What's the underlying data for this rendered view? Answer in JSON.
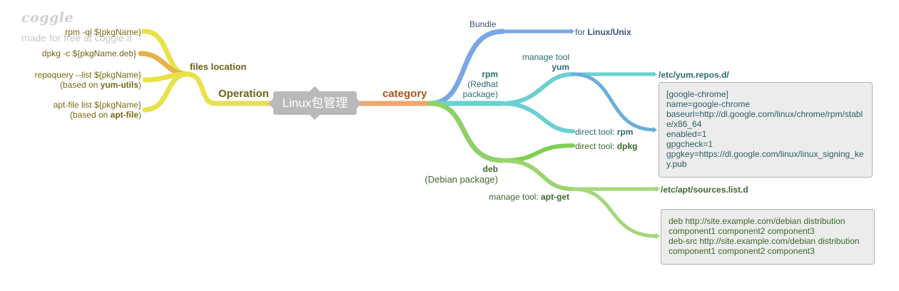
{
  "branding": {
    "logo": "coggle",
    "made_for_free": "made for free at coggle.it"
  },
  "root": {
    "label": "Linux包管理"
  },
  "operation": {
    "label": "Operation",
    "files_location": {
      "label": "files location",
      "items": [
        {
          "text": "rpm -ql ${pkgName}"
        },
        {
          "text": "dpkg -c ${pkgName.deb}"
        },
        {
          "text": "repoquery --list ${pkgName}",
          "sub_prefix": "(based on ",
          "sub_bold": "yum-utils",
          "sub_suffix": ")"
        },
        {
          "text": "apt-file list ${pkgName}",
          "sub_prefix": "(based on ",
          "sub_bold": "apt-file",
          "sub_suffix": ")"
        }
      ]
    }
  },
  "category": {
    "label": "category",
    "bundle": {
      "label": "Bundle",
      "for_prefix": "for ",
      "for_bold": "Linux/Unix"
    },
    "rpm": {
      "label": "rpm",
      "sub1": "(Redhat",
      "sub2": "package)",
      "manage_tool_label": "manage tool",
      "manage_tool_bold": "yum",
      "repo_path": "/etc/yum.repos.d/",
      "repo_note": [
        "[google-chrome]",
        "name=google-chrome",
        "baseurl=http://dl.google.com/linux/chrome/rpm/stabl",
        "e/x86_64",
        "enabled=1",
        "gpgcheck=1",
        "gpgkey=https://dl.google.com/linux/linux_signing_ke",
        "y.pub"
      ],
      "direct_tool_prefix": "direct tool: ",
      "direct_tool_bold": "rpm"
    },
    "deb": {
      "label": "deb",
      "sub": "(Debian package)",
      "direct_tool_prefix": "direct tool: ",
      "direct_tool_bold": "dpkg",
      "manage_tool_prefix": "manage tool: ",
      "manage_tool_bold": "apt-get",
      "sources_path": "/etc/apt/sources.list.d",
      "sources_note": [
        "deb http://site.example.com/debian distribution",
        "component1 component2 component3",
        "deb-src http://site.example.com/debian distribution",
        "component1 component2 component3"
      ]
    }
  },
  "colors": {
    "yellow": "#e8e24a",
    "orange_small": "#e9b049",
    "operation": "#e7dc5c",
    "category": "#f2a471",
    "bundle": "#7aa6e4",
    "rpm": "#6ad0d3",
    "deb": "#8fd068"
  }
}
